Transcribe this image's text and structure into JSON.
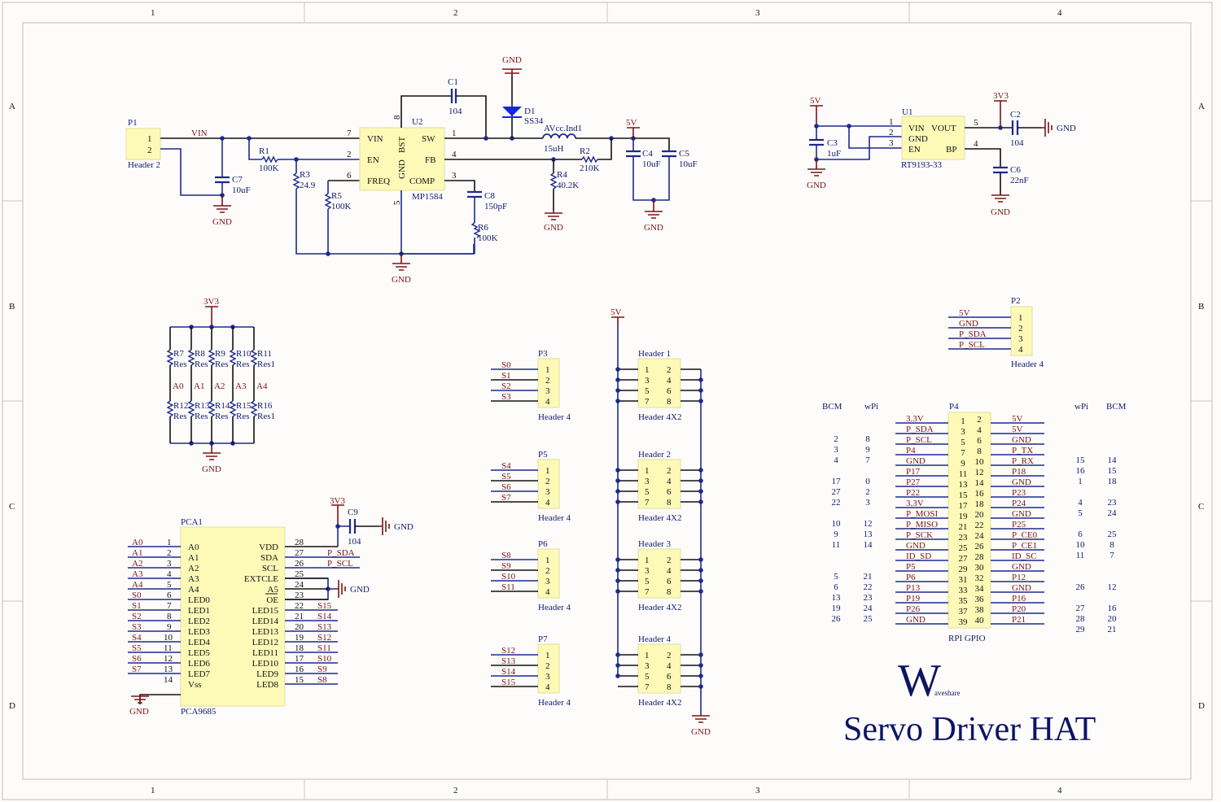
{
  "frame": {
    "columns": [
      "1",
      "2",
      "3",
      "4"
    ],
    "rows": [
      "A",
      "B",
      "C",
      "D"
    ]
  },
  "brand": {
    "initial": "W",
    "rest": "aveshare"
  },
  "title": "Servo Driver HAT",
  "buck": {
    "p1": {
      "ref": "P1",
      "name": "Header 2",
      "pins": [
        "1",
        "2"
      ]
    },
    "vin_net": "VIN",
    "c7": {
      "ref": "C7",
      "value": "10uF"
    },
    "r1": {
      "ref": "R1",
      "value": "100K"
    },
    "r3": {
      "ref": "R3",
      "value": "24.9"
    },
    "r5": {
      "ref": "R5",
      "value": "100K"
    },
    "r6": {
      "ref": "R6",
      "value": "100K"
    },
    "c8": {
      "ref": "C8",
      "value": "150pF"
    },
    "c1": {
      "ref": "C1",
      "value": "104"
    },
    "d1": {
      "ref": "D1",
      "value": "SS34"
    },
    "l1": {
      "ref": "AVcc.Ind1",
      "value": "15uH"
    },
    "r2": {
      "ref": "R2",
      "value": "210K"
    },
    "r4": {
      "ref": "R4",
      "value": "40.2K"
    },
    "c4": {
      "ref": "C4",
      "value": "10uF"
    },
    "c5": {
      "ref": "C5",
      "value": "10uF"
    },
    "u2": {
      "ref": "U2",
      "part": "MP1584",
      "left_pins": [
        {
          "num": "7",
          "name": "VIN"
        },
        {
          "num": "2",
          "name": "EN"
        },
        {
          "num": "6",
          "name": "FREQ"
        }
      ],
      "right_pins": [
        {
          "num": "1",
          "name": "SW"
        },
        {
          "num": "4",
          "name": "FB"
        },
        {
          "num": "3",
          "name": "COMP"
        }
      ],
      "top_pin": {
        "num": "8",
        "name": "BST"
      },
      "bottom_pin": {
        "num": "5",
        "name": "GND"
      }
    }
  },
  "ldo": {
    "u1": {
      "ref": "U1",
      "part": "RT9193-33",
      "left_pins": [
        {
          "num": "1",
          "name": "VIN"
        },
        {
          "num": "2",
          "name": "GND"
        },
        {
          "num": "3",
          "name": "EN"
        }
      ],
      "right_pins": [
        {
          "num": "5",
          "name": "VOUT"
        },
        {
          "num": "4",
          "name": "BP"
        }
      ]
    },
    "c3": {
      "ref": "C3",
      "value": "1uF"
    },
    "c2": {
      "ref": "C2",
      "value": "104"
    },
    "c6": {
      "ref": "C6",
      "value": "22nF"
    }
  },
  "nets": {
    "gnd": "GND",
    "v5": "5V",
    "v33": "3V3"
  },
  "addr": {
    "top": [
      {
        "ref": "R7",
        "value": "Res"
      },
      {
        "ref": "R8",
        "value": "Res"
      },
      {
        "ref": "R9",
        "value": "Res"
      },
      {
        "ref": "R10",
        "value": "Res"
      },
      {
        "ref": "R11",
        "value": "Res1"
      }
    ],
    "bottom": [
      {
        "ref": "R12",
        "value": "Res"
      },
      {
        "ref": "R13",
        "value": "Res"
      },
      {
        "ref": "R14",
        "value": "Res"
      },
      {
        "ref": "R15",
        "value": "Res"
      },
      {
        "ref": "R16",
        "value": "Res1"
      }
    ],
    "nets": [
      "A0",
      "A1",
      "A2",
      "A3",
      "A4"
    ]
  },
  "pca": {
    "ref": "PCA1",
    "part": "PCA9685",
    "c9": {
      "ref": "C9",
      "value": "104"
    },
    "left": [
      {
        "net": "A0",
        "num": "1",
        "name": "A0"
      },
      {
        "net": "A1",
        "num": "2",
        "name": "A1"
      },
      {
        "net": "A2",
        "num": "3",
        "name": "A2"
      },
      {
        "net": "A3",
        "num": "4",
        "name": "A3"
      },
      {
        "net": "A4",
        "num": "5",
        "name": "A4"
      },
      {
        "net": "S0",
        "num": "6",
        "name": "LED0"
      },
      {
        "net": "S1",
        "num": "7",
        "name": "LED1"
      },
      {
        "net": "S2",
        "num": "8",
        "name": "LED2"
      },
      {
        "net": "S3",
        "num": "9",
        "name": "LED3"
      },
      {
        "net": "S4",
        "num": "10",
        "name": "LED4"
      },
      {
        "net": "S5",
        "num": "11",
        "name": "LED5"
      },
      {
        "net": "S6",
        "num": "12",
        "name": "LED6"
      },
      {
        "net": "S7",
        "num": "13",
        "name": "LED7"
      },
      {
        "net": "",
        "num": "14",
        "name": "Vss"
      }
    ],
    "right": [
      {
        "net": "",
        "num": "28",
        "name": "VDD"
      },
      {
        "net": "P_SDA",
        "num": "27",
        "name": "SDA"
      },
      {
        "net": "P_SCL",
        "num": "26",
        "name": "SCL"
      },
      {
        "net": "",
        "num": "25",
        "name": "EXTCLE"
      },
      {
        "net": "",
        "num": "24",
        "name": "A5"
      },
      {
        "net": "",
        "num": "23",
        "name": "OE"
      },
      {
        "net": "S15",
        "num": "22",
        "name": "LED15"
      },
      {
        "net": "S14",
        "num": "21",
        "name": "LED14"
      },
      {
        "net": "S13",
        "num": "20",
        "name": "LED13"
      },
      {
        "net": "S12",
        "num": "19",
        "name": "LED12"
      },
      {
        "net": "S11",
        "num": "18",
        "name": "LED11"
      },
      {
        "net": "S10",
        "num": "17",
        "name": "LED10"
      },
      {
        "net": "S9",
        "num": "16",
        "name": "LED9"
      },
      {
        "net": "S8",
        "num": "15",
        "name": "LED8"
      }
    ]
  },
  "servo_headers": [
    {
      "ref": "P3",
      "name": "Header 4",
      "nets": [
        "S0",
        "S1",
        "S2",
        "S3"
      ],
      "pins": [
        "1",
        "2",
        "3",
        "4"
      ]
    },
    {
      "ref": "P5",
      "name": "Header 4",
      "nets": [
        "S4",
        "S5",
        "S6",
        "S7"
      ],
      "pins": [
        "1",
        "2",
        "3",
        "4"
      ]
    },
    {
      "ref": "P6",
      "name": "Header 4",
      "nets": [
        "S8",
        "S9",
        "S10",
        "S11"
      ],
      "pins": [
        "1",
        "2",
        "3",
        "4"
      ]
    },
    {
      "ref": "P7",
      "name": "Header 4",
      "nets": [
        "S12",
        "S13",
        "S14",
        "S15"
      ],
      "pins": [
        "1",
        "2",
        "3",
        "4"
      ]
    }
  ],
  "power_headers": [
    {
      "ref": "Header 1",
      "name": "Header 4X2",
      "pins": [
        [
          "1",
          "2"
        ],
        [
          "3",
          "4"
        ],
        [
          "5",
          "6"
        ],
        [
          "7",
          "8"
        ]
      ]
    },
    {
      "ref": "Header 2",
      "name": "Header 4X2",
      "pins": [
        [
          "1",
          "2"
        ],
        [
          "3",
          "4"
        ],
        [
          "5",
          "6"
        ],
        [
          "7",
          "8"
        ]
      ]
    },
    {
      "ref": "Header 3",
      "name": "Header 4X2",
      "pins": [
        [
          "1",
          "2"
        ],
        [
          "3",
          "4"
        ],
        [
          "5",
          "6"
        ],
        [
          "7",
          "8"
        ]
      ]
    },
    {
      "ref": "Header 4",
      "name": "Header 4X2",
      "pins": [
        [
          "1",
          "2"
        ],
        [
          "3",
          "4"
        ],
        [
          "5",
          "6"
        ],
        [
          "7",
          "8"
        ]
      ]
    }
  ],
  "p2": {
    "ref": "P2",
    "name": "Header 4",
    "nets": [
      "5V",
      "GND",
      "P_SDA",
      "P_SCL"
    ],
    "pins": [
      "1",
      "2",
      "3",
      "4"
    ]
  },
  "gpio": {
    "ref": "P4",
    "name": "RPI GPIO",
    "headers": {
      "bcm": "BCM",
      "wpi": "wPi"
    },
    "rows": [
      {
        "lbcm": "",
        "lwpi": "",
        "lnet": "3.3V",
        "lpin": "1",
        "rpin": "2",
        "rnet": "5V",
        "rwpi": "",
        "rbcm": ""
      },
      {
        "lbcm": "2",
        "lwpi": "8",
        "lnet": "P_SDA",
        "lpin": "3",
        "rpin": "4",
        "rnet": "5V",
        "rwpi": "",
        "rbcm": ""
      },
      {
        "lbcm": "3",
        "lwpi": "9",
        "lnet": "P_SCL",
        "lpin": "5",
        "rpin": "6",
        "rnet": "GND",
        "rwpi": "",
        "rbcm": ""
      },
      {
        "lbcm": "4",
        "lwpi": "7",
        "lnet": "P4",
        "lpin": "7",
        "rpin": "8",
        "rnet": "P_TX",
        "rwpi": "15",
        "rbcm": "14"
      },
      {
        "lbcm": "",
        "lwpi": "",
        "lnet": "GND",
        "lpin": "9",
        "rpin": "10",
        "rnet": "P_RX",
        "rwpi": "16",
        "rbcm": "15"
      },
      {
        "lbcm": "17",
        "lwpi": "0",
        "lnet": "P17",
        "lpin": "11",
        "rpin": "12",
        "rnet": "P18",
        "rwpi": "1",
        "rbcm": "18"
      },
      {
        "lbcm": "27",
        "lwpi": "2",
        "lnet": "P27",
        "lpin": "13",
        "rpin": "14",
        "rnet": "GND",
        "rwpi": "",
        "rbcm": ""
      },
      {
        "lbcm": "22",
        "lwpi": "3",
        "lnet": "P22",
        "lpin": "15",
        "rpin": "16",
        "rnet": "P23",
        "rwpi": "4",
        "rbcm": "23"
      },
      {
        "lbcm": "",
        "lwpi": "",
        "lnet": "3.3V",
        "lpin": "17",
        "rpin": "18",
        "rnet": "P24",
        "rwpi": "5",
        "rbcm": "24"
      },
      {
        "lbcm": "10",
        "lwpi": "12",
        "lnet": "P_MOSI",
        "lpin": "19",
        "rpin": "20",
        "rnet": "GND",
        "rwpi": "",
        "rbcm": ""
      },
      {
        "lbcm": "9",
        "lwpi": "13",
        "lnet": "P_MISO",
        "lpin": "21",
        "rpin": "22",
        "rnet": "P25",
        "rwpi": "6",
        "rbcm": "25"
      },
      {
        "lbcm": "11",
        "lwpi": "14",
        "lnet": "P_SCK",
        "lpin": "23",
        "rpin": "24",
        "rnet": "P_CE0",
        "rwpi": "10",
        "rbcm": "8"
      },
      {
        "lbcm": "",
        "lwpi": "",
        "lnet": "GND",
        "lpin": "25",
        "rpin": "26",
        "rnet": "P_CE1",
        "rwpi": "11",
        "rbcm": "7"
      },
      {
        "lbcm": "",
        "lwpi": "",
        "lnet": "ID_SD",
        "lpin": "27",
        "rpin": "28",
        "rnet": "ID_SC",
        "rwpi": "",
        "rbcm": ""
      },
      {
        "lbcm": "5",
        "lwpi": "21",
        "lnet": "P5",
        "lpin": "29",
        "rpin": "30",
        "rnet": "GND",
        "rwpi": "",
        "rbcm": ""
      },
      {
        "lbcm": "6",
        "lwpi": "22",
        "lnet": "P6",
        "lpin": "31",
        "rpin": "32",
        "rnet": "P12",
        "rwpi": "26",
        "rbcm": "12"
      },
      {
        "lbcm": "13",
        "lwpi": "23",
        "lnet": "P13",
        "lpin": "33",
        "rpin": "34",
        "rnet": "GND",
        "rwpi": "",
        "rbcm": ""
      },
      {
        "lbcm": "19",
        "lwpi": "24",
        "lnet": "P19",
        "lpin": "35",
        "rpin": "36",
        "rnet": "P16",
        "rwpi": "27",
        "rbcm": "16"
      },
      {
        "lbcm": "26",
        "lwpi": "25",
        "lnet": "P26",
        "lpin": "37",
        "rpin": "38",
        "rnet": "P20",
        "rwpi": "28",
        "rbcm": "20"
      },
      {
        "lbcm": "",
        "lwpi": "",
        "lnet": "GND",
        "lpin": "39",
        "rpin": "40",
        "rnet": "P21",
        "rwpi": "29",
        "rbcm": "21"
      }
    ]
  },
  "colors": {
    "wire": "#1c2a8c",
    "power": "#7a1414",
    "body": "#fdfab8",
    "title": "#0c1564"
  }
}
